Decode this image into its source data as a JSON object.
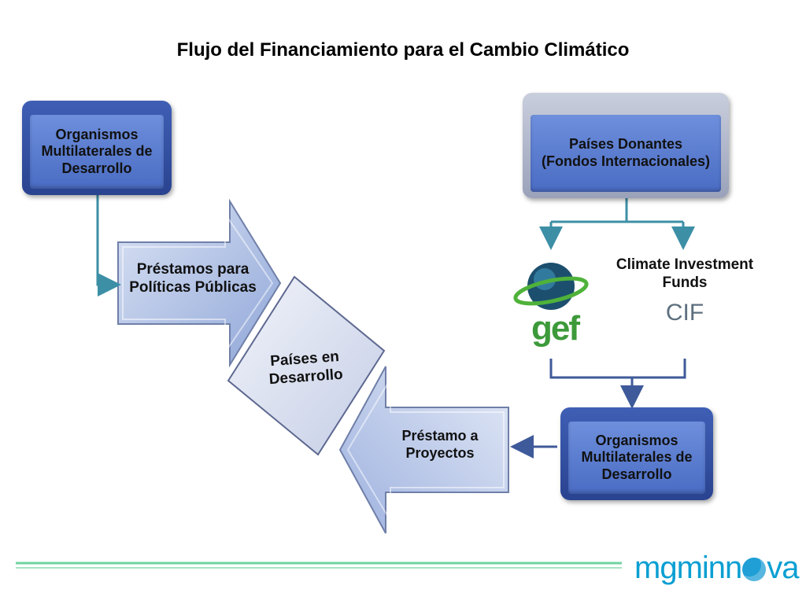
{
  "title": "Flujo del Financiamiento para el Cambio Climático",
  "nodes": {
    "omd_top": "Organismos\nMultilaterales de\nDesarrollo",
    "donors": "Países Donantes\n(Fondos Internacionales)",
    "prestamos_politicas": "Préstamos para\nPolíticas  Públicas",
    "paises_desarrollo": "Países en\nDesarrollo",
    "prestamo_proyectos": "Préstamo a\nProyectos",
    "omd_bottom": "Organismos\nMultilaterales de\nDesarrollo"
  },
  "funds": {
    "gef": "gef",
    "cif_name": "Climate Investment\nFunds",
    "cif_abbr": "CIF"
  },
  "branding": {
    "logo_prefix": "mgminn",
    "logo_suffix": "va"
  },
  "colors": {
    "box_blue": "#4a6cc3",
    "connector": "#3d8fa6",
    "divider": "#6fd3a0",
    "logo": "#0b9fd2"
  }
}
